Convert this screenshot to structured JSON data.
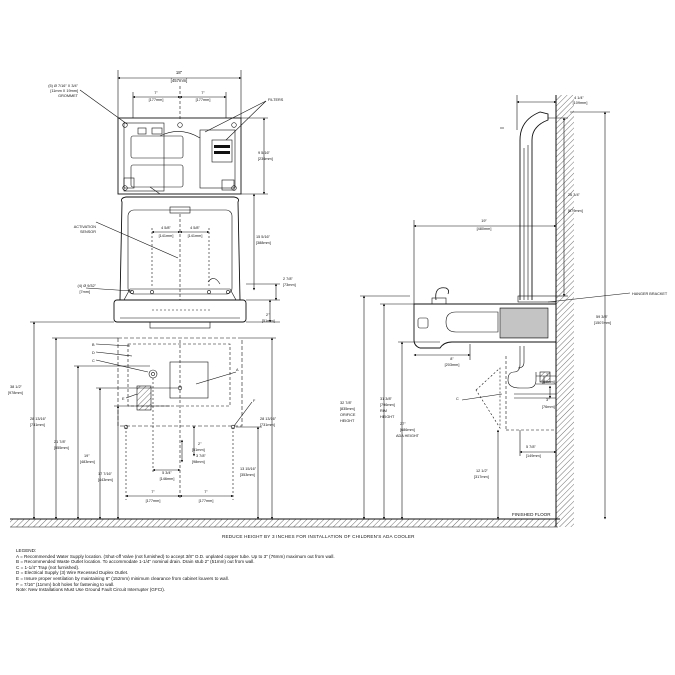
{
  "top_view": {
    "width_dim": "18\"",
    "width_dim_mm": "[457mm]",
    "left_7": "7\"",
    "left_7_mm": "[177mm]",
    "right_7": "7\"",
    "right_7_mm": "[177mm]",
    "holes_label_1": "(5) Ø 7/16\" X 3/4\"",
    "holes_label_2": "[11mm X 19mm]",
    "grommet": "GROMMET",
    "filters": "FILTERS",
    "dim_9_5_16": "9 5/16\"",
    "dim_9_5_16_mm": "[236mm]",
    "dim_15_5_16": "15 5/16\"",
    "dim_15_5_16_mm": "[388mm]",
    "activation_1": "ACTIVATION",
    "activation_2": "SENSOR",
    "dim_4_5_8_a": "4 5/8\"",
    "dim_4_5_8_a_mm": "[141mm]",
    "dim_4_5_8_b": "4 5/8\"",
    "dim_4_5_8_b_mm": "[141mm]",
    "dim_2_7_8": "2 7/8\"",
    "dim_2_7_8_mm": "[73mm]",
    "slots_1": "(4) Ø 9/32\"",
    "slots_2": "[7mm]",
    "dim_2": "2\"",
    "dim_2_mm": "[51mm]"
  },
  "front_view": {
    "dim_38_1_2": "38 1/2\"",
    "dim_38_1_2_mm": "[978mm]",
    "dim_28_13_16": "28 13/16\"",
    "dim_28_13_16_mm": "[731mm]",
    "dim_21_7_8": "21 7/8\"",
    "dim_21_7_8_mm": "[555mm]",
    "dim_19": "19\"",
    "dim_19_mm": "[483mm]",
    "dim_17_7_16": "17 7/16\"",
    "dim_17_7_16_mm": "[443mm]",
    "dim_2": "2\"",
    "dim_2_mm": "[51mm]",
    "dim_3_7_8": "3 7/8\"",
    "dim_3_7_8_mm": "[98mm]",
    "dim_5_3_4": "5 3/4\"",
    "dim_5_3_4_mm": "[146mm]",
    "bottom_7_l": "7\"",
    "bottom_7_l_mm": "[177mm]",
    "bottom_7_r": "7\"",
    "bottom_7_r_mm": "[177mm]",
    "dim_13_15_16": "13 15/16\"",
    "dim_13_15_16_mm": "[353mm]",
    "dim_28_13_16_r": "28 13/16\"",
    "dim_28_13_16_r_mm": "[731mm]",
    "label_a": "A",
    "label_b": "B",
    "label_c": "C",
    "label_d": "D",
    "label_e": "E",
    "label_f": "F"
  },
  "side_view": {
    "dim_4_1_4": "4 1/4\"",
    "dim_4_1_4_mm": "[109mm]",
    "dim_26_3_4": "26 3/4\"",
    "dim_26_3_4_mm": "[679mm]",
    "dim_19": "19\"",
    "dim_19_mm": "[480mm]",
    "hanger": "HANGER BRACKET",
    "dim_59_3_8": "59 3/8\"",
    "dim_59_3_8_mm": "[1507mm]",
    "dim_32_7_8_1": "32 7/8\"",
    "dim_32_7_8_2": "[835mm]",
    "dim_32_7_8_3": "ORIFICE",
    "dim_32_7_8_4": "HEIGHT",
    "dim_31_3_8_1": "31 3/8\"",
    "dim_31_3_8_2": "[796mm]",
    "dim_31_3_8_3": "RIM",
    "dim_31_3_8_4": "HEIGHT",
    "dim_27_1": "27\"",
    "dim_27_2": "[686mm]",
    "dim_27_3": "ADA HEIGHT",
    "dim_8": "8\"",
    "dim_8_mm": "[203mm]",
    "dim_2": "2\"",
    "dim_2_mm": "[50mm]",
    "dim_3": "3\"",
    "dim_3_mm": "[76mm]",
    "dim_5_7_8": "5 7/8\"",
    "dim_5_7_8_mm": "[149mm]",
    "dim_12_1_2": "12 1/2\"",
    "dim_12_1_2_mm": "[317mm]",
    "label_c": "C"
  },
  "reduce_note": "REDUCE HEIGHT BY 3 INCHES FOR INSTALLATION OF CHILDREN'S ADA COOLER",
  "finished_floor": "FINISHED FLOOR",
  "legend": {
    "title": "LEGEND:",
    "a": "A = Recommended Water Supply location. (Shut-off Valve (not furnished) to accept 3/8\" O.D. unplated copper tube.  Up to 3\" (76mm) maximum out from wall.",
    "b": "B = Recommended Waste Outlet location.  To accommodate 1-1/4\" nominal drain.  Drain stub 2\" (51mm) out from wall.",
    "c": "C = 1-1/4\" Trap (not furnished).",
    "d": "D = Electrical Supply (3) Wire Recessed Duplex Outlet.",
    "e": "E = Insure proper ventilation by maintaining 6\" (152mm) minimum clearance from cabinet louvers to wall.",
    "f": "F = 7/16\" (11mm) bolt holes for fastening to wall.",
    "note": "Note: New Installations Must Use Ground Fault Circuit Interrupter (GFCI)."
  }
}
